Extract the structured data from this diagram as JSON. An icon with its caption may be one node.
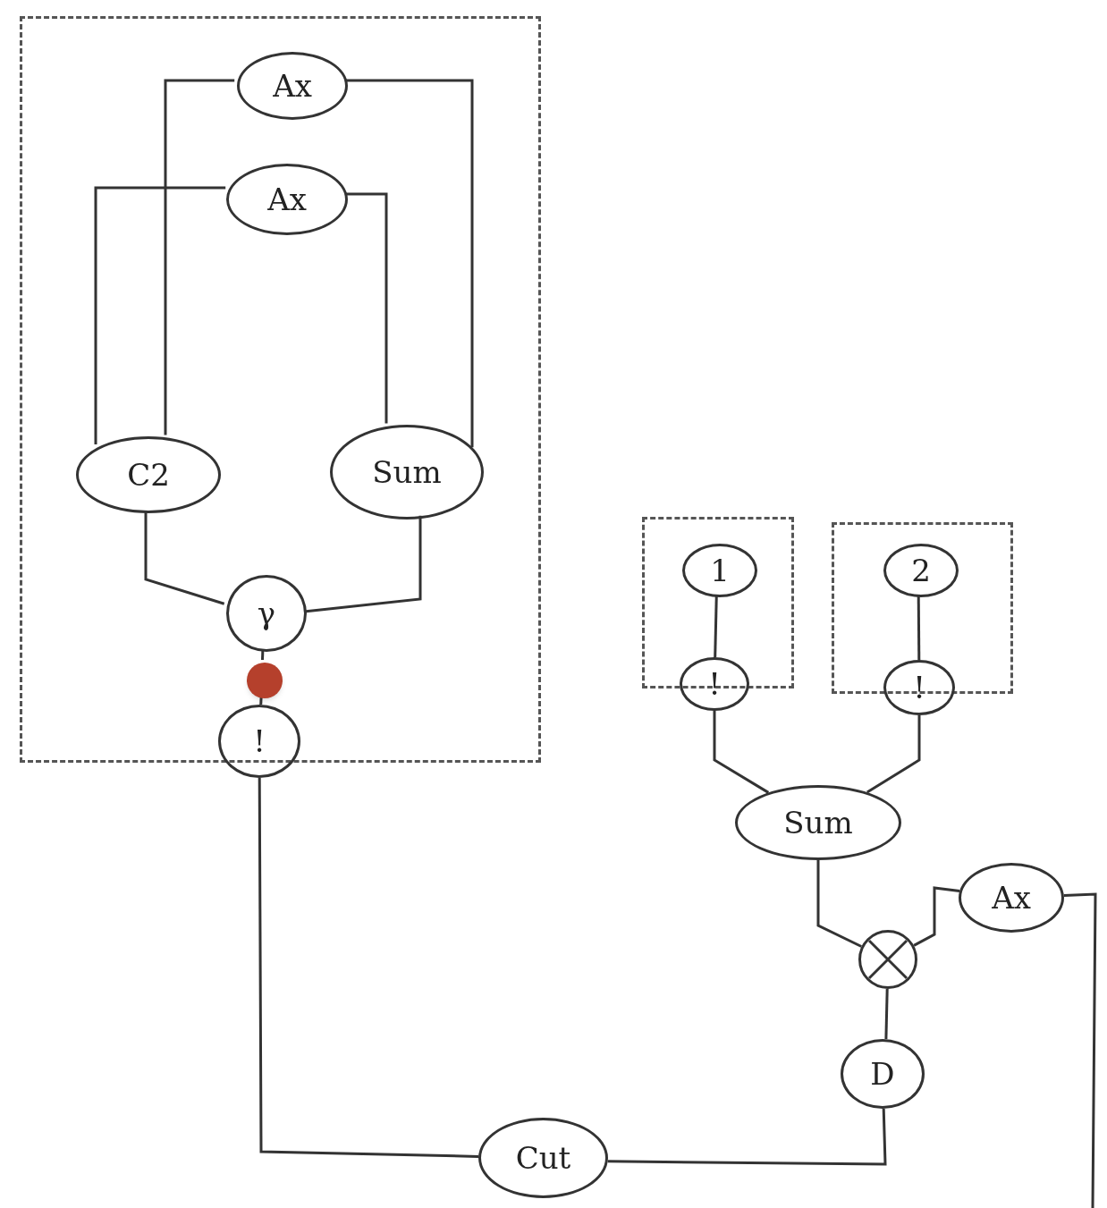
{
  "diagram": {
    "nodes": [
      {
        "text": [],
        "shape": "box"
      },
      {
        "text": [
          "Ax"
        ],
        "in": 0
      },
      {
        "text": [
          "Ax"
        ],
        "in": 0
      },
      {
        "text": [
          "C2"
        ],
        "in": 0
      },
      {
        "text": [
          "Sum"
        ],
        "in": 0
      },
      {
        "text": [
          "γ"
        ],
        "in": 0
      },
      {
        "text": [],
        "shape": "circle",
        "in": 0
      },
      {
        "text": [
          "!"
        ]
      },
      {
        "text": [],
        "shape": "box"
      },
      {
        "text": [],
        "shape": "box"
      },
      {
        "text": [
          "1"
        ],
        "in": 8
      },
      {
        "text": [
          "!"
        ]
      },
      {
        "text": [
          "2"
        ],
        "in": 9
      },
      {
        "text": [
          "!"
        ]
      },
      {
        "text": [
          "Sum"
        ]
      },
      {
        "text": [],
        "shape": "circle"
      },
      {
        "text": [
          "Ax"
        ]
      },
      {
        "text": [
          "D"
        ]
      },
      {
        "text": [
          "Cut"
        ]
      }
    ],
    "edges": [
      {
        "from": 1,
        "to": 3,
        "arrow": "none"
      },
      {
        "from": 1,
        "to": 4,
        "arrow": "none"
      },
      {
        "from": 2,
        "to": 3,
        "arrow": "none"
      },
      {
        "from": 2,
        "to": 4,
        "arrow": "none"
      },
      {
        "from": 3,
        "to": 5,
        "arrow": "none"
      },
      {
        "from": 4,
        "to": 5,
        "arrow": "none"
      },
      {
        "from": 5,
        "to": 6,
        "arrow": "none"
      },
      {
        "from": 6,
        "to": 7,
        "arrow": "none"
      },
      {
        "from": 7,
        "to": 18,
        "arrow": "none"
      },
      {
        "from": 10,
        "to": 11,
        "arrow": "none"
      },
      {
        "from": 12,
        "to": 13,
        "arrow": "none"
      },
      {
        "from": 11,
        "to": 14,
        "arrow": "none"
      },
      {
        "from": 13,
        "to": 14,
        "arrow": "none"
      },
      {
        "from": 14,
        "to": 15,
        "arrow": "none"
      },
      {
        "from": 15,
        "to": 16,
        "arrow": "none"
      },
      {
        "from": 15,
        "to": 17,
        "arrow": "none"
      },
      {
        "from": 17,
        "to": 18,
        "arrow": "none"
      },
      {
        "from": 16,
        "to": null,
        "arrow": "none"
      }
    ]
  }
}
